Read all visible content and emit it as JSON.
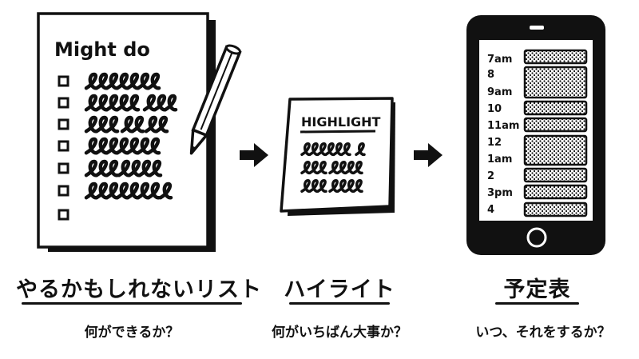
{
  "panels": [
    {
      "title": "やるかもしれないリスト",
      "question": "何ができるか？",
      "note_heading": "Might do",
      "item_count": 7
    },
    {
      "title": "ハイライト",
      "question": "何がいちばん大事か？",
      "note_heading": "HIGHLIGHT"
    },
    {
      "title": "予定表",
      "question": "いつ、それをするか？",
      "schedule_times": [
        "7am",
        "8",
        "9am",
        "10",
        "11am",
        "12",
        "1am",
        "2",
        "3pm",
        "4"
      ]
    }
  ]
}
